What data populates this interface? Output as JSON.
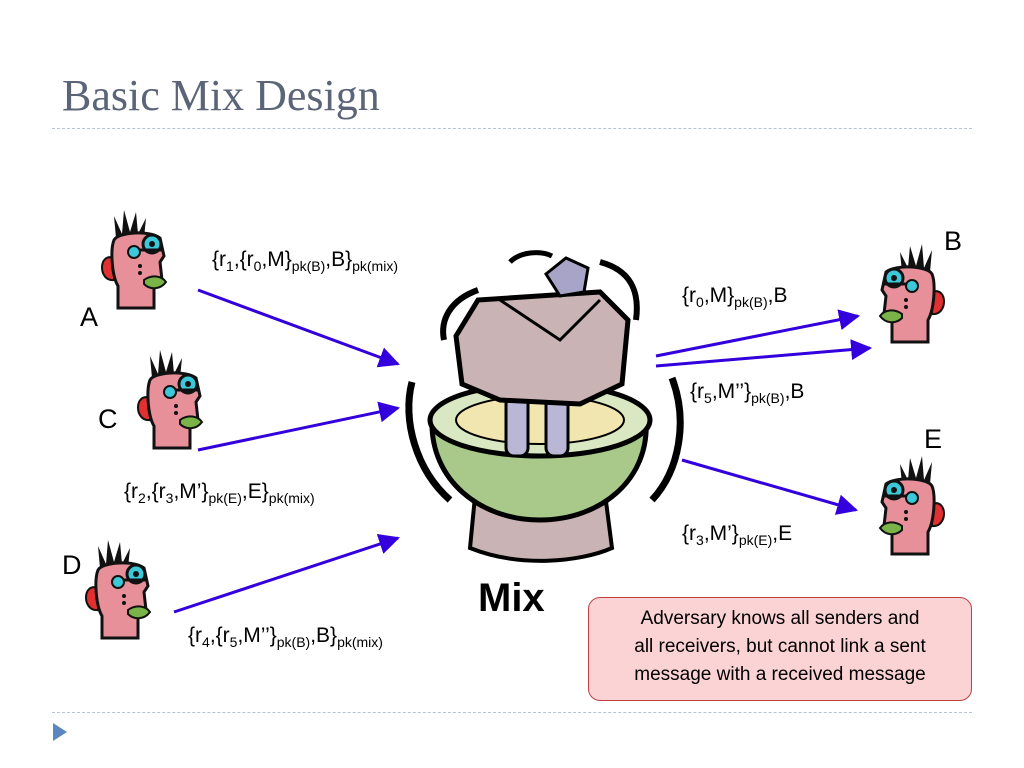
{
  "slide": {
    "title": "Basic Mix Design"
  },
  "participants": {
    "A": "A",
    "B": "B",
    "C": "C",
    "D": "D",
    "E": "E"
  },
  "mix": {
    "label": "Mix"
  },
  "messages": {
    "a_in": {
      "t1": "{r",
      "s1": "1",
      "t2": ",{r",
      "s2": "0",
      "t3": ",M}",
      "s3": "pk(B)",
      "t4": ",B}",
      "s4": "pk(mix)"
    },
    "c_in": {
      "t1": "{r",
      "s1": "2",
      "t2": ",{r",
      "s2": "3",
      "t3": ",M’}",
      "s3": "pk(E)",
      "t4": ",E}",
      "s4": "pk(mix)"
    },
    "d_in": {
      "t1": "{r",
      "s1": "4",
      "t2": ",{r",
      "s2": "5",
      "t3": ",M’’}",
      "s3": "pk(B)",
      "t4": ",B}",
      "s4": "pk(mix)"
    },
    "out1": {
      "t1": "{r",
      "s1": "0",
      "t2": ",M}",
      "s2": "pk(B)",
      "t3": ",B"
    },
    "out2": {
      "t1": "{r",
      "s1": "5",
      "t2": ",M’’}",
      "s2": "pk(B)",
      "t3": ",B"
    },
    "out3": {
      "t1": "{r",
      "s1": "3",
      "t2": ",M’}",
      "s2": "pk(E)",
      "t3": ",E"
    }
  },
  "note": {
    "line1": "Adversary knows all senders and",
    "line2": "all receivers, but cannot link a sent",
    "line3": "message with a received message"
  },
  "colors": {
    "arrow": "#3300dd",
    "title": "#5b6577",
    "note_bg": "#fbd3d4",
    "note_border": "#c04040",
    "nav": "#5b87c0"
  },
  "icons": {
    "person": "person-icon",
    "mixer": "mixer-icon",
    "nav": "next-slide-icon"
  }
}
